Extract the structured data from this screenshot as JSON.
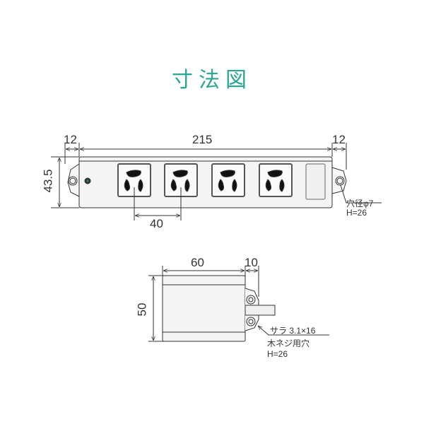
{
  "title": "寸法図",
  "colors": {
    "title": "#2aa596",
    "line": "#333333",
    "body_fill": "#f2f2f2",
    "outlet_border": "#555555"
  },
  "top_view": {
    "dims": {
      "left_bracket": "12",
      "total_length": "215",
      "right_bracket": "12",
      "height": "43.5",
      "outlet_pitch": "40"
    },
    "outlet_count": 4,
    "hole_note": {
      "line1": "穴径φ7",
      "line2": "H=26"
    }
  },
  "side_view": {
    "dims": {
      "width": "60",
      "bracket": "10",
      "height": "50"
    },
    "screw_note": {
      "line1": "サラ 3.1×16",
      "line2": "木ネジ用穴",
      "line3": "H=26"
    }
  }
}
